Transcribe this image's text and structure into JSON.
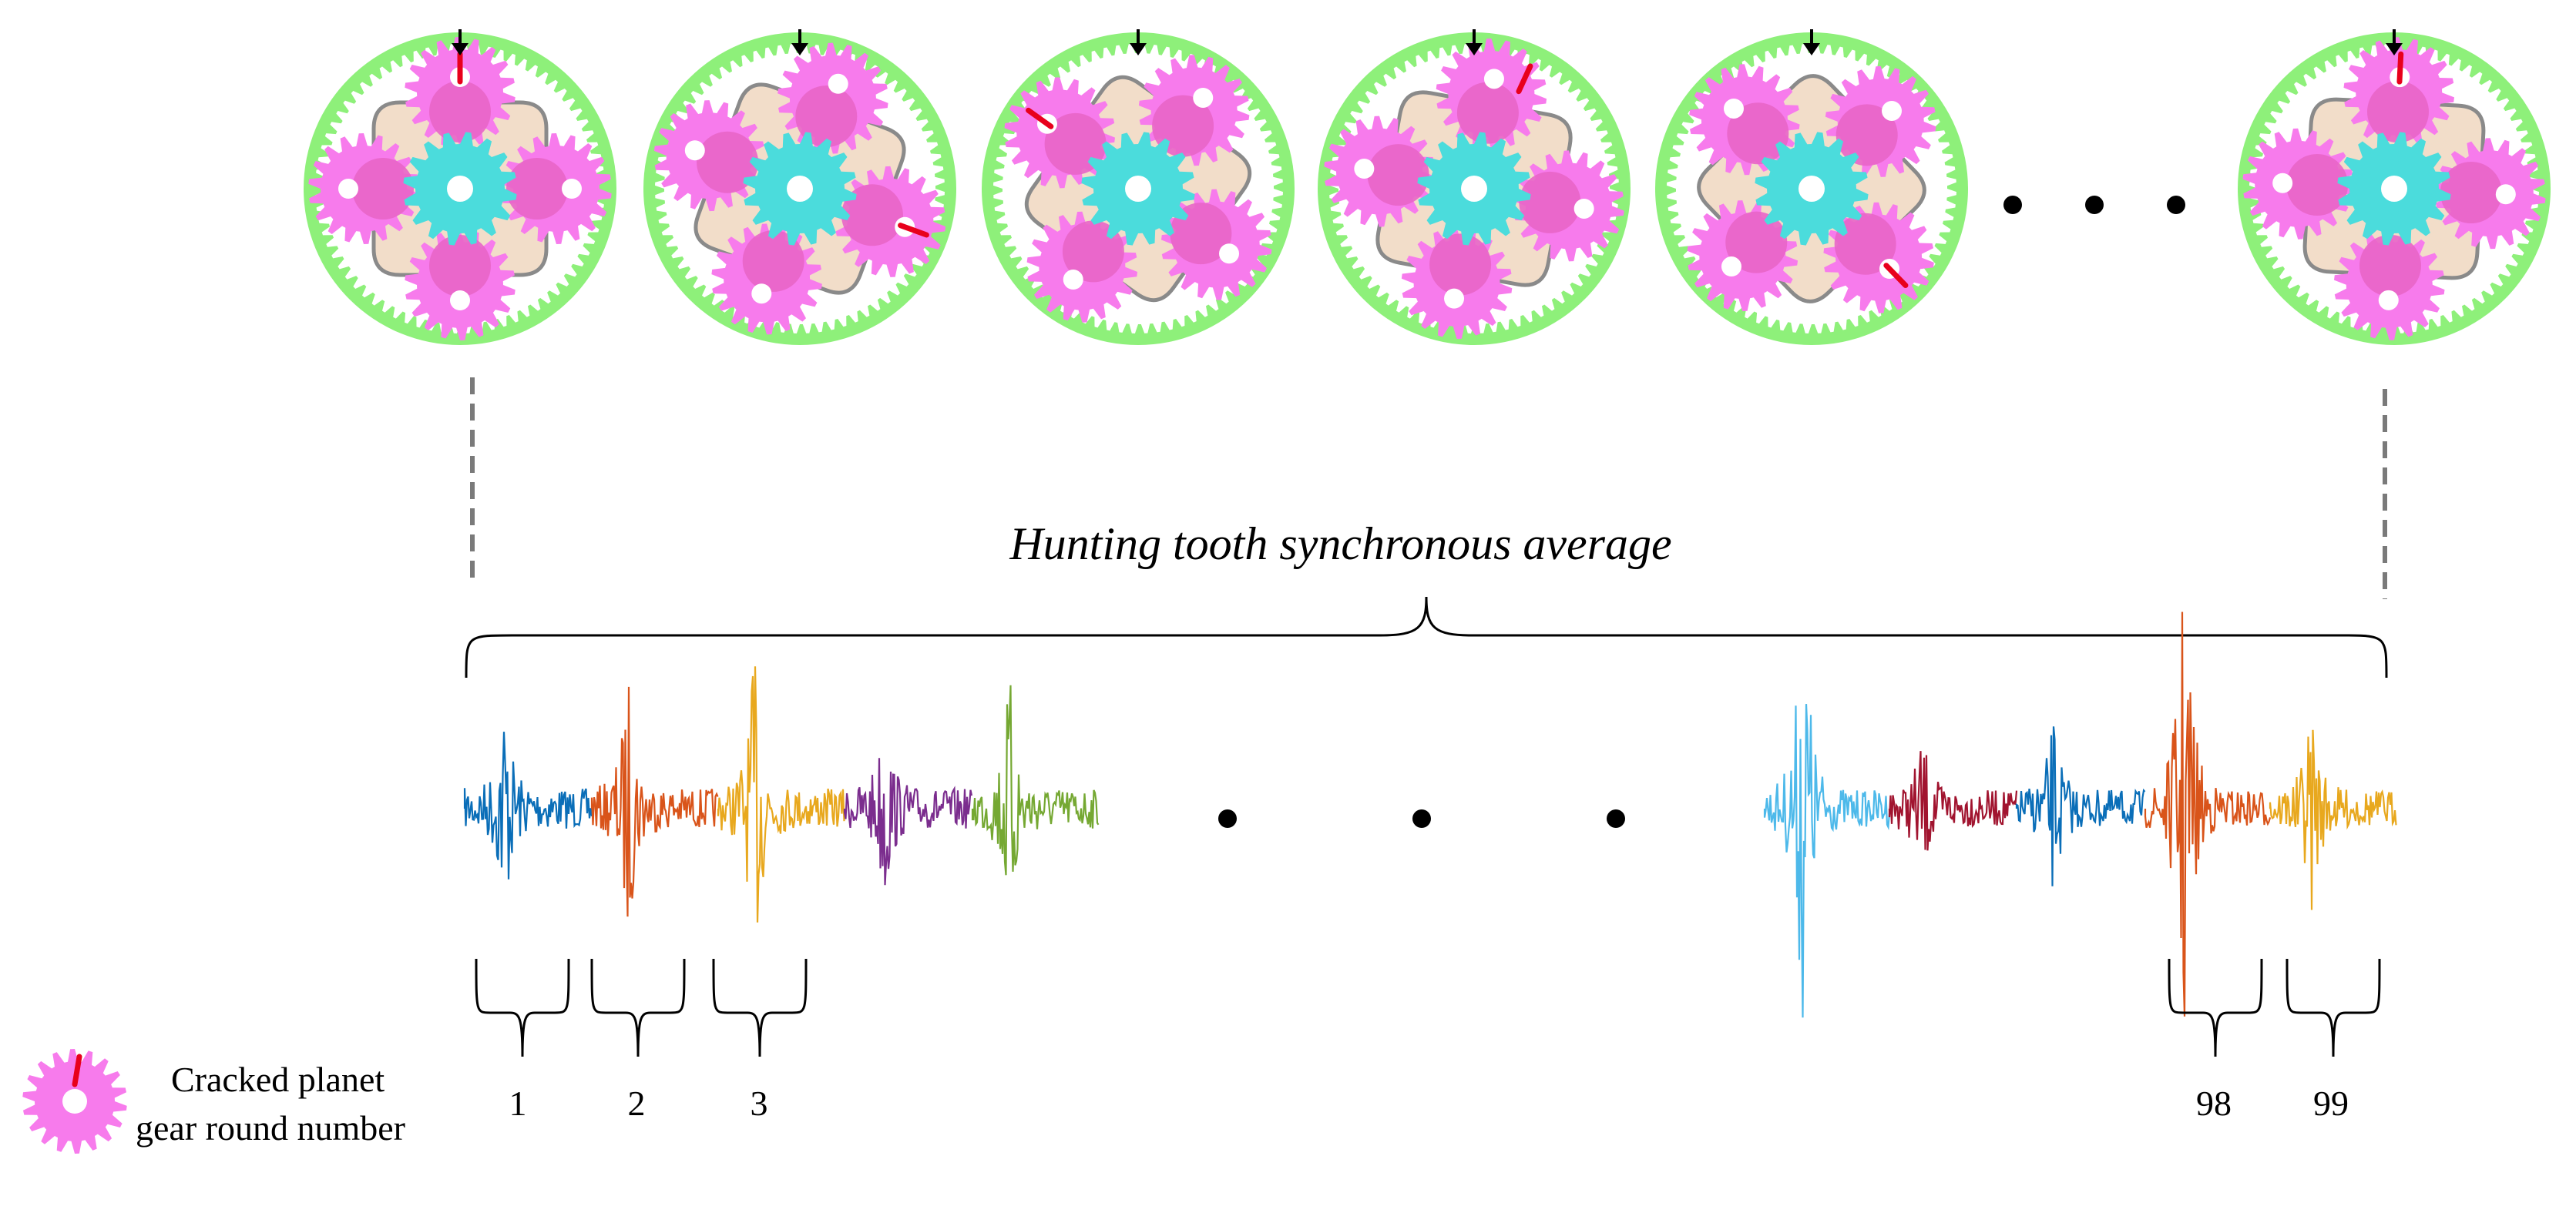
{
  "title": "Hunting tooth synchronous average",
  "legend": {
    "line1": "Cracked planet",
    "line2": "gear round number"
  },
  "round_labels": [
    "1",
    "2",
    "3",
    "98",
    "99"
  ],
  "colors": {
    "ring_gear": "#8ef07a",
    "planet_gear": "#f77bec",
    "planet_mesh": "#e865c8",
    "sun_gear": "#4bdcdc",
    "carrier_fill": "#f2ddc9",
    "carrier_stroke": "#8a8a8a",
    "crack": "#e8001c",
    "connector": "#7a7a7a"
  },
  "signal_colors": {
    "left": [
      "#0a6eb8",
      "#d9541a",
      "#e8a81e",
      "#7b2d8e",
      "#75a832"
    ],
    "right": [
      "#4db9ea",
      "#a1142f",
      "#0a6eb8",
      "#d9541a",
      "#e8a81e"
    ]
  }
}
